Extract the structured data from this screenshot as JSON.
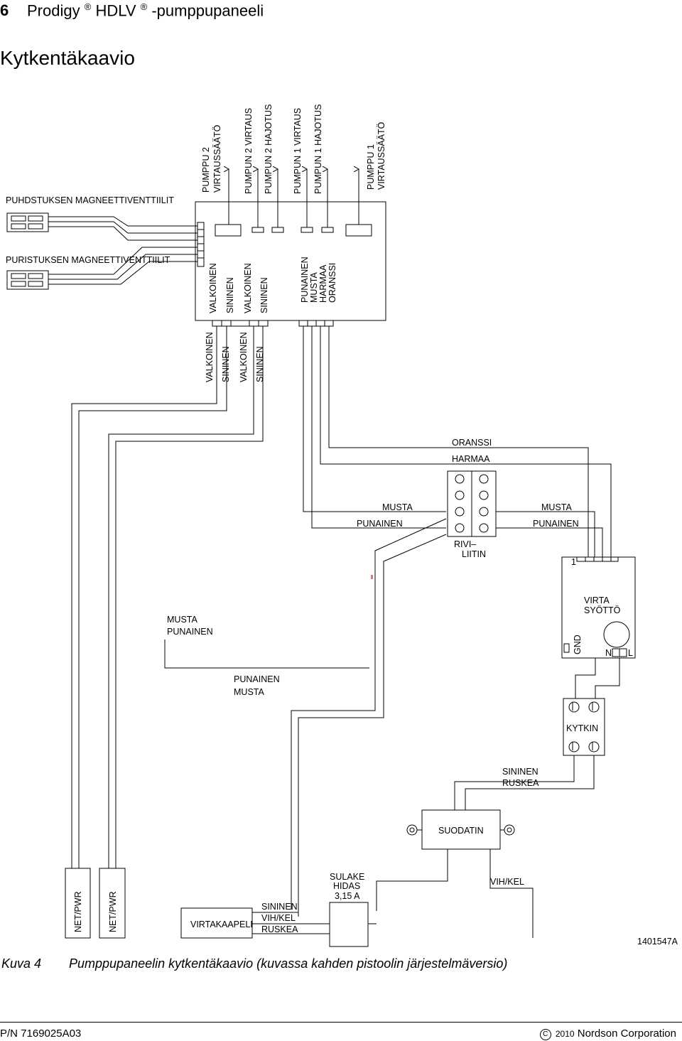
{
  "header": {
    "page_number": "6",
    "product": "Prodigy",
    "product_model": "HDLV",
    "reg_mark": "®",
    "suffix": "-pumppupaneeli"
  },
  "section_title": "Kytkentäkaavio",
  "labels": {
    "cleaning_valves": "PUHDSTUKSEN MAGNEETTIVENTTIILIT",
    "pressing_valves": "PURISTUKSEN MAGNEETTIVENTTIILIT",
    "pump2_flow_ctrl_1": "PUMPPU 2",
    "pump2_flow_ctrl_2": "VIRTAUSSÄÄTÖ",
    "pump2_flow": "PUMPUN 2 VIRTAUS",
    "pump2_atomize": "PUMPUN 2 HAJOTUS",
    "pump1_flow": "PUMPUN 1 VIRTAUS",
    "pump1_atomize": "PUMPUN 1 HAJOTUS",
    "pump1_flow_ctrl_1": "PUMPPU 1",
    "pump1_flow_ctrl_2": "VIRTAUSSÄÄTÖ",
    "white": "VALKOINEN",
    "blue": "SININEN",
    "red": "PUNAINEN",
    "black": "MUSTA",
    "grey": "HARMAA",
    "orange": "ORANSSI",
    "terminal_1": "RIVI–",
    "terminal_2": "LIITIN",
    "terminal_pin": "1",
    "psu_1": "VIRTA",
    "psu_2": "SYÖTTÖ",
    "gnd": "GND",
    "n": "N",
    "l": "L",
    "switch": "KYTKIN",
    "brown": "RUSKEA",
    "filter": "SUODATIN",
    "fuse_1": "SULAKE",
    "fuse_2": "HIDAS",
    "fuse_3": "3,15 A",
    "green_yellow": "VIH/KEL",
    "net_pwr": "NET/PWR",
    "power_cable": "VIRTAKAAPELI"
  },
  "caption": {
    "label": "Kuva 4",
    "text": "Pumppupaneelin kytkentäkaavio (kuvassa kahden pistoolin järjestelmäversio)"
  },
  "doc_code": "1401547A",
  "footer": {
    "part_number": "P/N 7169025A03",
    "copyright_symbol": "C",
    "year": "2010",
    "company": "Nordson Corporation"
  }
}
